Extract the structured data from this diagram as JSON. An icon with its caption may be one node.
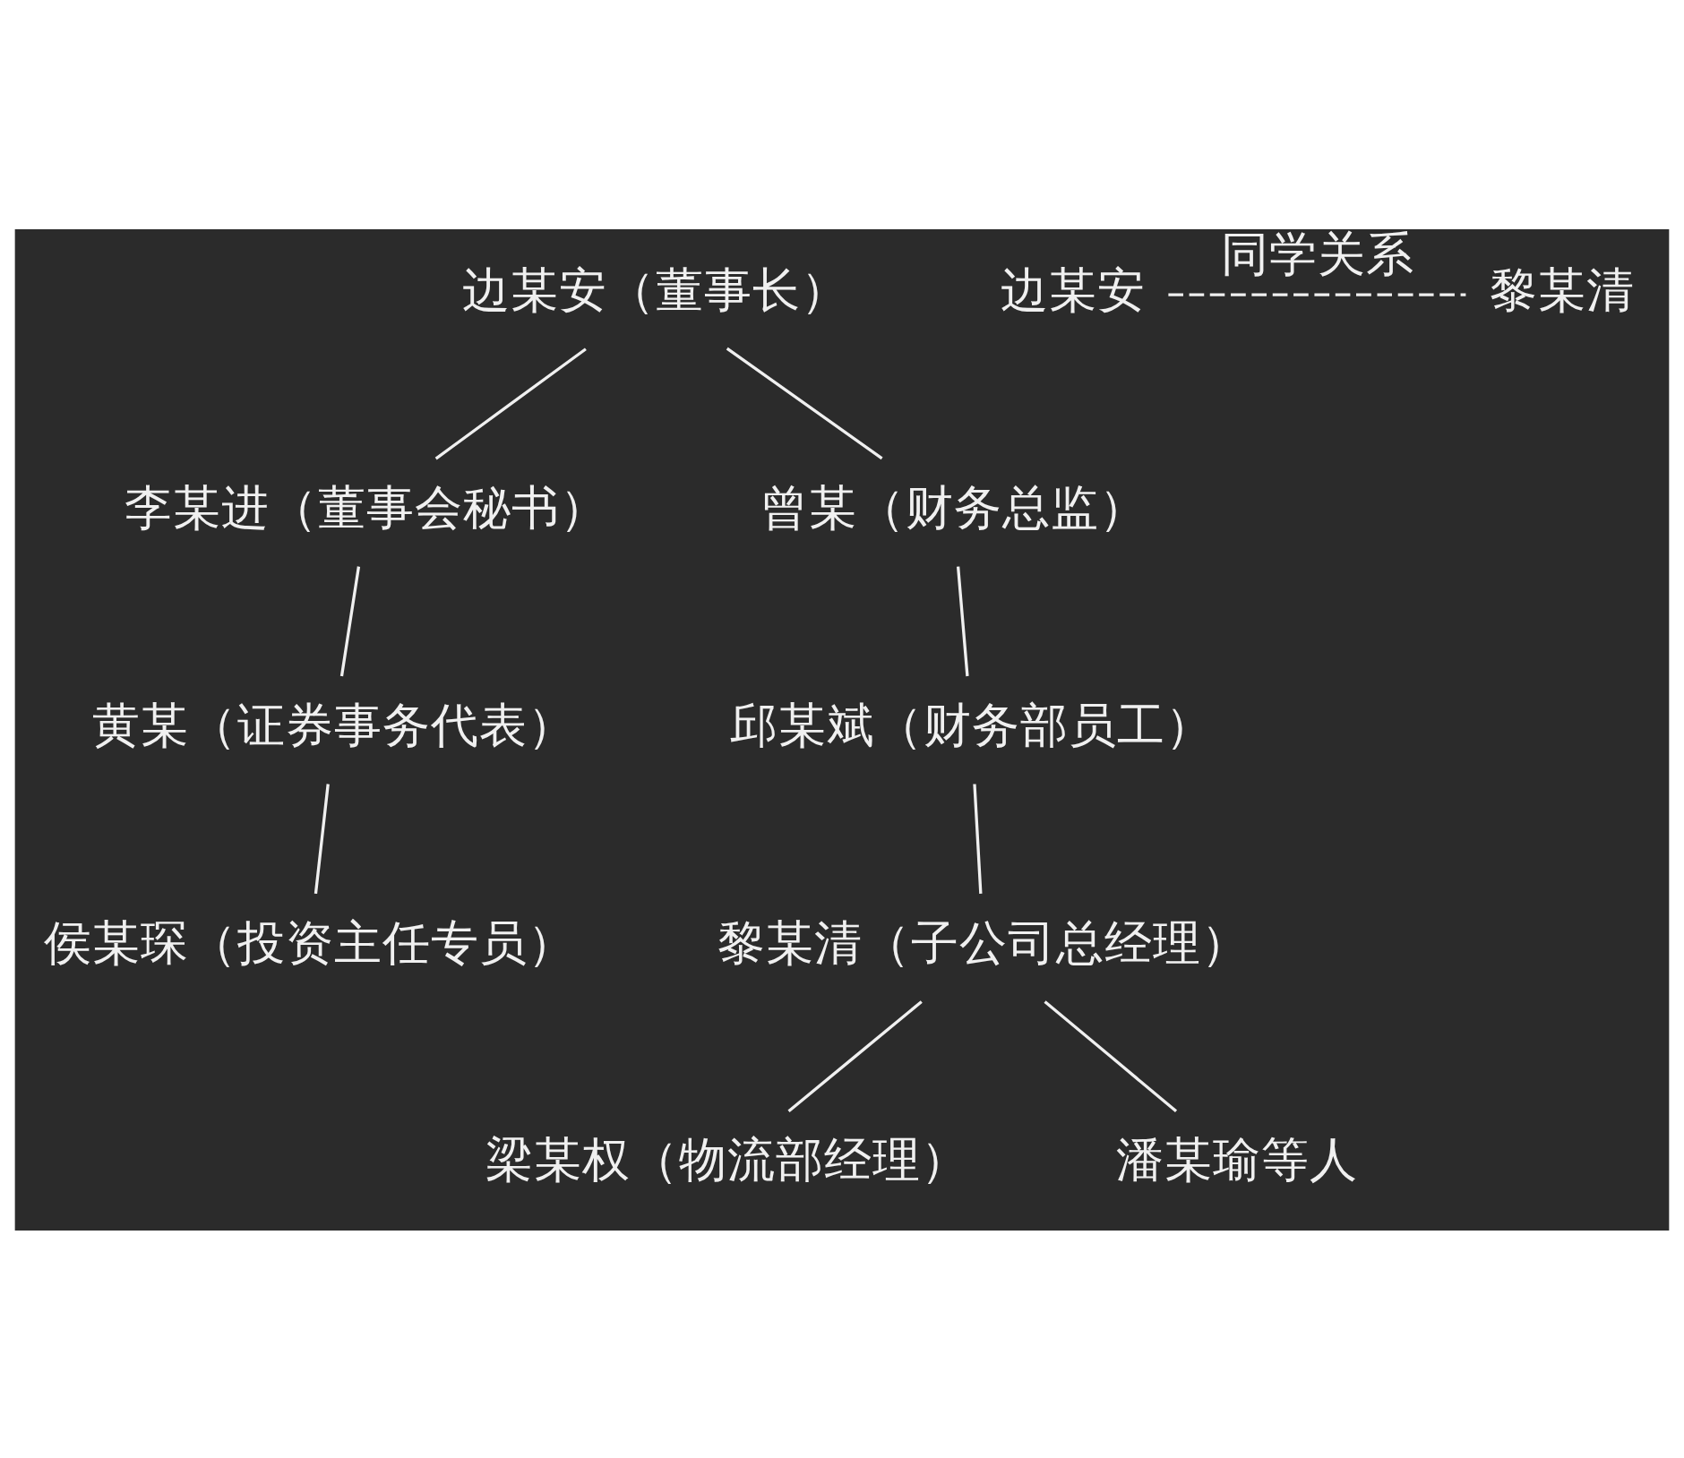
{
  "diagram": {
    "nodes": [
      {
        "text": [
          "边某安（董事长）"
        ]
      },
      {
        "text": [
          "李某进（董事会秘书）"
        ]
      },
      {
        "text": [
          "曾某（财务总监）"
        ]
      },
      {
        "text": [
          "黄某（证券事务代表）"
        ]
      },
      {
        "text": [
          "邱某斌（财务部员工）"
        ]
      },
      {
        "text": [
          "侯某琛（投资主任专员）"
        ]
      },
      {
        "text": [
          "黎某清（子公司总经理）"
        ]
      },
      {
        "text": [
          "梁某权（物流部经理）"
        ]
      },
      {
        "text": [
          "潘某瑜等人"
        ]
      },
      {
        "text": [
          "边某安"
        ]
      },
      {
        "text": [
          "黎某清"
        ]
      }
    ],
    "edges": [
      {
        "from": 0,
        "to": 1,
        "arrow": "none"
      },
      {
        "from": 0,
        "to": 2,
        "arrow": "none"
      },
      {
        "from": 1,
        "to": 3,
        "arrow": "none"
      },
      {
        "from": 2,
        "to": 4,
        "arrow": "none"
      },
      {
        "from": 3,
        "to": 5,
        "arrow": "none"
      },
      {
        "from": 4,
        "to": 6,
        "arrow": "none"
      },
      {
        "from": 6,
        "to": 7,
        "arrow": "none"
      },
      {
        "from": 6,
        "to": 8,
        "arrow": "none"
      },
      {
        "from": 9,
        "to": 10,
        "arrow": "none",
        "label": "同学关系",
        "style": "dashed"
      }
    ]
  }
}
